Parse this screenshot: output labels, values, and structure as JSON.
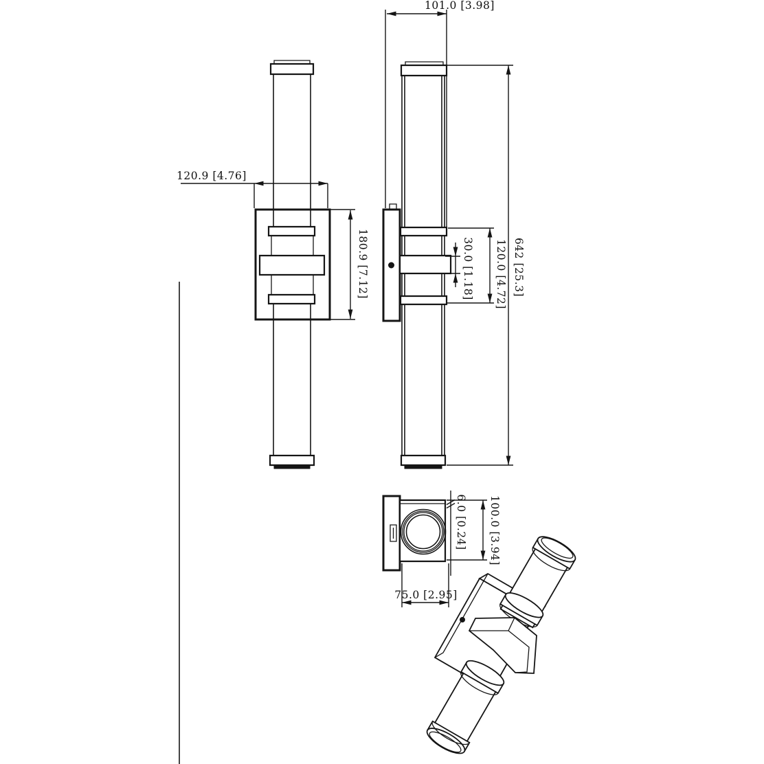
{
  "drawing": {
    "type": "technical-dimension-drawing",
    "subject": "two-light cylindrical wall sconce, front / side / bottom / isometric views",
    "line_color": "#151515",
    "background_color": "#ffffff",
    "dimensions": {
      "fixture_depth_top": "101.0 [3.98]",
      "backplate_width": "120.9 [4.76]",
      "backplate_height": "180.9 [7.12]",
      "collar_thickness": "30.0 [1.18]",
      "center_section_height": "120.0 [4.72]",
      "overall_height": "642 [25.3]",
      "edge_gap": "6.0 [0.24]",
      "collar_width": "100.0 [3.94]",
      "collar_depth": "75.0 [2.95]"
    }
  }
}
